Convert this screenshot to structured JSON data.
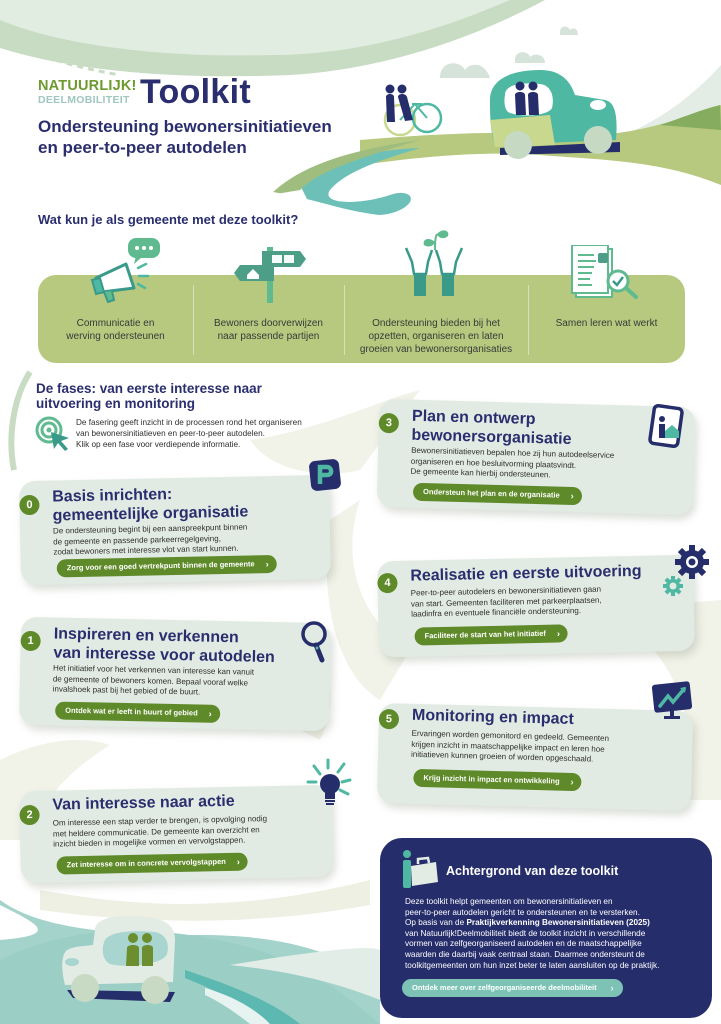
{
  "header": {
    "logo_line1": "NATUURLIJK!",
    "logo_line2": "DEELMOBILITEIT",
    "title": "Toolkit",
    "subtitle_line1": "Ondersteuning bewonersinitiatieven",
    "subtitle_line2": "en peer-to-peer autodelen"
  },
  "benefits": {
    "heading": "Wat kun je als gemeente met deze toolkit?",
    "items": [
      {
        "icon": "megaphone-icon",
        "label_line1": "Communicatie en",
        "label_line2": "werving ondersteunen",
        "label_line3": ""
      },
      {
        "icon": "signpost-icon",
        "label_line1": "Bewoners doorverwijzen",
        "label_line2": "naar passende partijen",
        "label_line3": ""
      },
      {
        "icon": "people-growing-plant-icon",
        "label_line1": "Ondersteuning bieden bij het",
        "label_line2": "opzetten, organiseren en laten",
        "label_line3": "groeien van bewonersorganisaties"
      },
      {
        "icon": "document-check-magnifier-icon",
        "label_line1": "Samen leren wat werkt",
        "label_line2": "",
        "label_line3": ""
      }
    ]
  },
  "phases": {
    "heading_line1": "De fases: van eerste interesse naar",
    "heading_line2": "uitvoering en monitoring",
    "desc_line1": "De fasering geeft inzicht in de processen rond het organiseren",
    "desc_line2": "van bewonersinitiatieven en peer-to-peer autodelen.",
    "desc_line3": "Klik op een fase voor verdiepende informatie.",
    "items": [
      {
        "number": "0",
        "title_line1": "Basis inrichten:",
        "title_line2": "gemeentelijke organisatie",
        "desc_line1": "De ondersteuning begint bij een aanspreekpunt binnen",
        "desc_line2": "de gemeente en passende parkeerregelgeving,",
        "desc_line3": "zodat bewoners met interesse vlot van start kunnen.",
        "button": "Zorg voor een goed vertrekpunt binnen de gemeente",
        "icon": "parking-icon"
      },
      {
        "number": "1",
        "title_line1": "Inspireren en verkennen",
        "title_line2": "van interesse voor autodelen",
        "desc_line1": "Het initiatief voor het verkennen van interesse kan vanuit",
        "desc_line2": "de gemeente of bewoners komen. Bepaal vooraf welke",
        "desc_line3": "invalshoek past bij het gebied of de buurt.",
        "button": "Ontdek wat er leeft in buurt of gebied",
        "icon": "magnifier-icon"
      },
      {
        "number": "2",
        "title_line1": "Van interesse naar actie",
        "title_line2": "",
        "desc_line1": "Om interesse een stap verder te brengen, is opvolging nodig",
        "desc_line2": "met heldere communicatie. De gemeente kan overzicht en",
        "desc_line3": "inzicht bieden in mogelijke vormen en vervolgstappen.",
        "button": "Zet interesse om in concrete vervolgstappen",
        "icon": "lightbulb-icon"
      },
      {
        "number": "3",
        "title_line1": "Plan en ontwerp",
        "title_line2": "bewonersorganisatie",
        "desc_line1": "Bewonersinitiatieven bepalen hoe zij hun autodeelservice",
        "desc_line2": "organiseren en hoe besluitvorming plaatsvindt.",
        "desc_line3": "De gemeente kan hierbij ondersteunen.",
        "button": "Ondersteun het plan en de organisatie",
        "icon": "info-document-icon"
      },
      {
        "number": "4",
        "title_line1": "Realisatie en eerste uitvoering",
        "title_line2": "",
        "desc_line1": "Peer-to-peer autodelers en bewonersinitiatieven gaan",
        "desc_line2": "van start. Gemeenten faciliteren met parkeerplaatsen,",
        "desc_line3": "laadinfra en eventuele financiële ondersteuning.",
        "button": "Faciliteer de start van het initiatief",
        "icon": "gears-icon"
      },
      {
        "number": "5",
        "title_line1": "Monitoring en impact",
        "title_line2": "",
        "desc_line1": "Ervaringen worden gemonitord en gedeeld. Gemeenten",
        "desc_line2": "krijgen inzicht in maatschappelijke impact en leren hoe",
        "desc_line3": "initiatieven kunnen groeien of worden opgeschaald.",
        "button": "Krijg inzicht in impact en ontwikkeling",
        "icon": "monitor-chart-icon"
      }
    ]
  },
  "background": {
    "title": "Achtergrond van deze toolkit",
    "text_line1": "Deze toolkit helpt gemeenten om bewonersinitiatieven en",
    "text_line2": "peer-to-peer autodelen gericht te ondersteunen en te versterken.",
    "text_line3_pre": "Op basis van de ",
    "text_line3_bold": "Praktijkverkenning Bewonersinitiatieven (2025)",
    "text_line4": "van Natuurlijk!Deelmobiliteit biedt de toolkit inzicht in verschillende",
    "text_line5": "vormen van zelfgeorganiseerd autodelen en de maatschappelijke",
    "text_line6": "waarden die daarbij vaak centraal staan. Daarmee ondersteunt de",
    "text_line7": "toolkitgemeenten om hun inzet beter te laten aansluiten op de praktijk.",
    "button": "Ontdek meer over zelfgeorganiseerde deelmobiliteit"
  },
  "ui": {
    "chevron": "›"
  },
  "colors": {
    "navy": "#262d6b",
    "green_button": "#5f8a2a",
    "benefit_box": "#b6c97e",
    "card_bg": "#e1ebe3",
    "teal": "#4fb8a2",
    "teal_button": "#7cc3b5"
  }
}
